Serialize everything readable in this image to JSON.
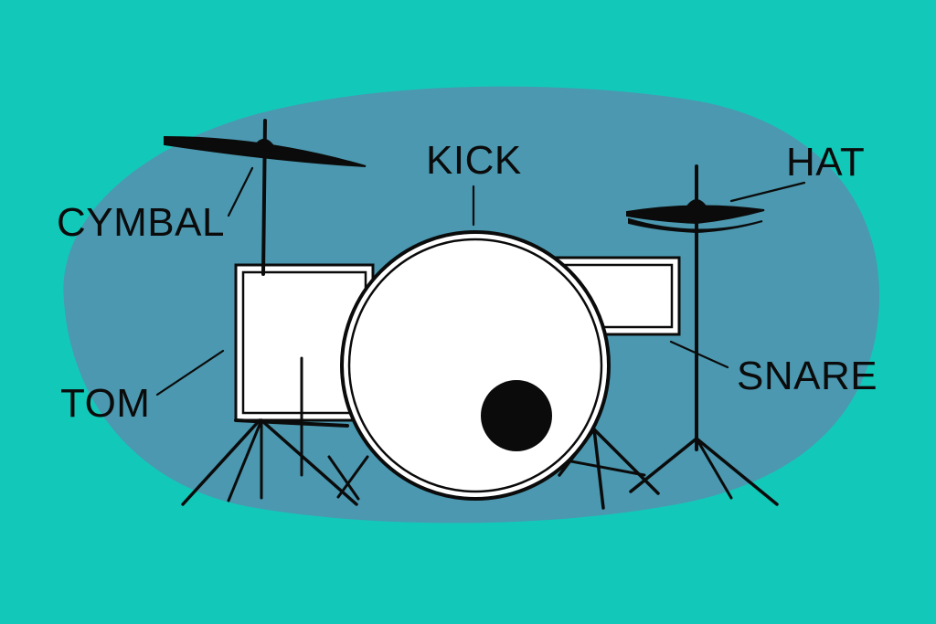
{
  "labels": {
    "kick": "KICK",
    "hat": "HAT",
    "cymbal": "CYMBAL",
    "tom": "TOM",
    "snare": "SNARE"
  },
  "colors": {
    "background": "#12c9b9",
    "blob": "#4b98b0",
    "ink": "#0b0b0b",
    "drum_face": "#ffffff"
  },
  "icons": {
    "main": "drum-kit-illustration"
  }
}
